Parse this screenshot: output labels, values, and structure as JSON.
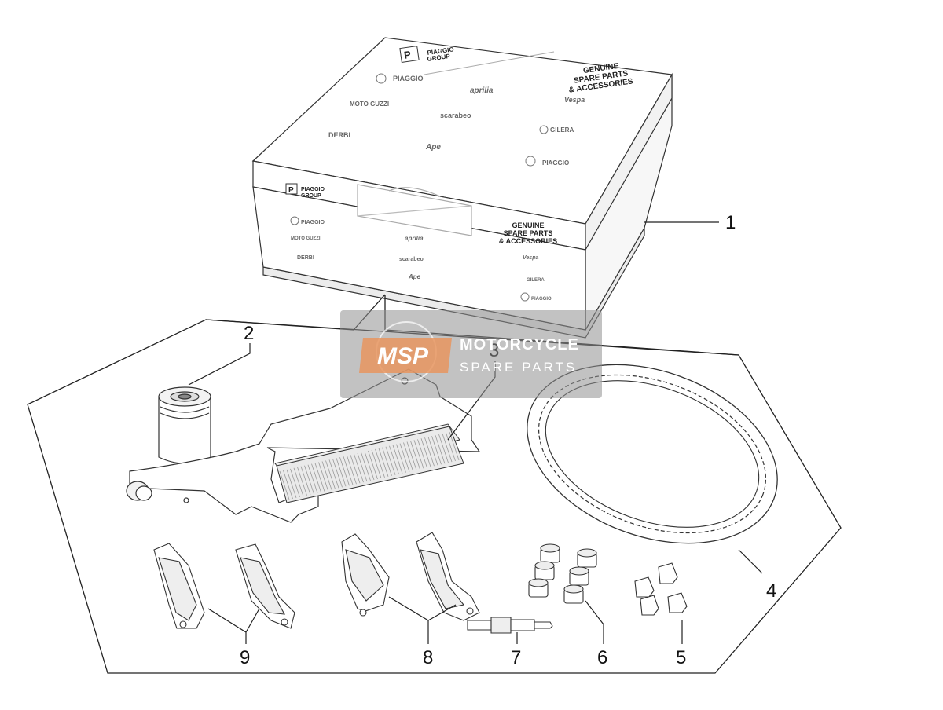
{
  "box": {
    "group_logo_letter": "P",
    "group_name_line1": "PIAGGIO",
    "group_name_line2": "GROUP",
    "genuine_line1": "GENUINE",
    "genuine_line2": "SPARE PARTS",
    "genuine_line3": "& ACCESSORIES",
    "brands": [
      "PIAGGIO",
      "aprilia",
      "Vespa",
      "MOTO GUZZI",
      "scarabeo",
      "GILERA",
      "DERBI",
      "Ape",
      "PIAGGIO"
    ]
  },
  "callouts": [
    "1",
    "2",
    "3",
    "4",
    "5",
    "6",
    "7",
    "8",
    "9"
  ],
  "watermark": {
    "logo": "MSP",
    "title": "MOTORCYCLE",
    "subtitle": "SPARE PARTS"
  }
}
